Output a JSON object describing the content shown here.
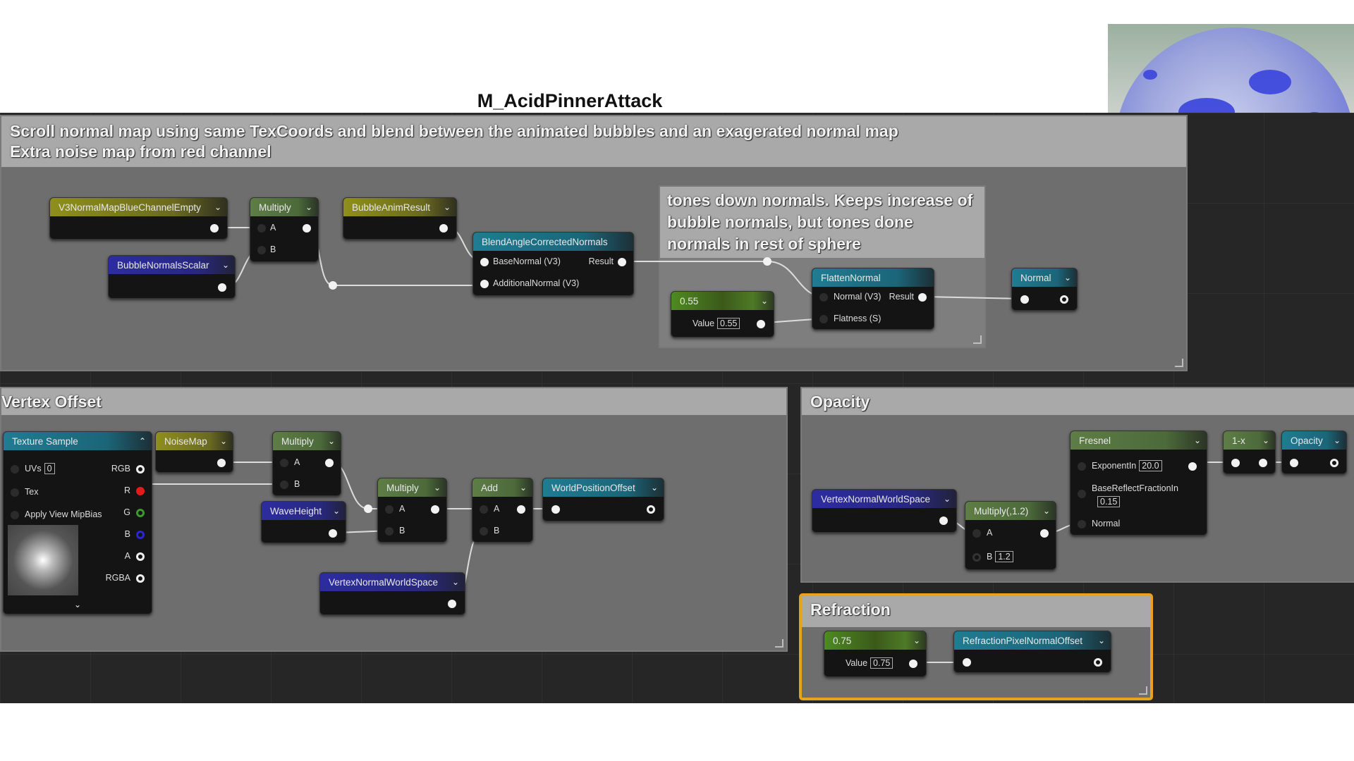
{
  "title": "M_AcidPinnerAttack",
  "comments": {
    "top": [
      "Scroll normal map using same TexCoords and blend between the animated bubbles and an exagerated normal map",
      "Extra noise map from red channel"
    ],
    "tones": "tones down normals. Keeps increase of bubble normals, but tones done normals in rest of sphere",
    "vertex": "Vertex Offset",
    "opacity": "Opacity",
    "refraction": "Refraction"
  },
  "nodes": {
    "v3normal": "V3NormalMapBlueChannelEmpty",
    "multiply": "Multiply",
    "bubbleAnim": "BubbleAnimResult",
    "bubbleScalar": "BubbleNormalsScalar",
    "blend": {
      "title": "BlendAngleCorrectedNormals",
      "in1": "BaseNormal (V3)",
      "in2": "AdditionalNormal (V3)",
      "out": "Result"
    },
    "c055": {
      "title": "0.55",
      "label": "Value",
      "value": "0.55"
    },
    "flatten": {
      "title": "FlattenNormal",
      "in1": "Normal (V3)",
      "in2": "Flatness (S)",
      "out": "Result"
    },
    "normal": "Normal",
    "texture": {
      "title": "Texture Sample",
      "uvs": "UVs",
      "uvs_value": "0",
      "tex": "Tex",
      "mip": "Apply View MipBias",
      "outs": [
        "RGB",
        "R",
        "G",
        "B",
        "A",
        "RGBA"
      ]
    },
    "noiseMap": "NoiseMap",
    "multiply2": "Multiply",
    "waveHeight": "WaveHeight",
    "multiply3": "Multiply",
    "add": "Add",
    "wpo": "WorldPositionOffset",
    "vnws": "VertexNormalWorldSpace",
    "vnws2": "VertexNormalWorldSpace",
    "mult12": {
      "title": "Multiply(,1.2)",
      "b_value": "1.2"
    },
    "fresnel": {
      "title": "Fresnel",
      "exp": "ExponentIn",
      "exp_value": "20.0",
      "base": "BaseReflectFractionIn",
      "base_value": "0.15",
      "normal": "Normal"
    },
    "oneMinus": "1-x",
    "opacity": "Opacity",
    "c075": {
      "title": "0.75",
      "label": "Value",
      "value": "0.75"
    },
    "refr": "RefractionPixelNormalOffset"
  },
  "pins": {
    "a": "A",
    "b": "B"
  }
}
